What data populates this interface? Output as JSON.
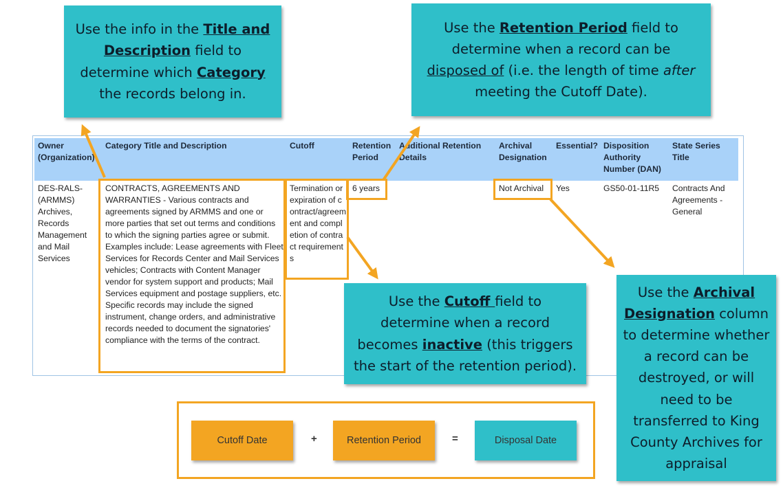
{
  "callouts": {
    "title_desc": {
      "t1": "Use the info in the ",
      "b1": "Title and Description",
      "t2": " field to determine which ",
      "b2": "Category",
      "t3": " the records belong in."
    },
    "retention": {
      "t1": "Use the ",
      "b1": "Retention Period",
      "t2": " field to determine when a record can be ",
      "u1": "disposed of",
      "t3": " (i.e. the length of time ",
      "i1": "after",
      "t4": " meeting the Cutoff Date)."
    },
    "cutoff": {
      "t1": "Use the ",
      "b1": "Cutoff ",
      "t2": "field to determine when a record becomes ",
      "b2": "inactive",
      "t3": " (this triggers the start of the retention period)."
    },
    "archival": {
      "t1": "Use the ",
      "b1": "Archival Designation",
      "t2": " column to determine whether a record can be destroyed, or will need to be transferred to King County Archives for appraisal"
    }
  },
  "table": {
    "headers": {
      "owner": "Owner (Organization)",
      "category": "Category Title and Description",
      "cutoff": "Cutoff",
      "retention": "Retention Period",
      "additional": "Additional Retention Details",
      "archival": "Archival Designation",
      "essential": "Essential?",
      "dan": "Disposition Authority Number (DAN)",
      "series": "State Series Title"
    },
    "row": {
      "owner": "DES-RALS-(ARMMS) Archives, Records Management and Mail Services",
      "category": "CONTRACTS, AGREEMENTS AND WARRANTIES - Various contracts and agreements signed by ARMMS and one or more parties that set out terms and conditions to which the signing parties agree or submit. Examples include: Lease agreements with Fleet Services for Records Center and Mail Services vehicles; Contracts with Content Manager vendor for system support and products; Mail Services equipment and postage suppliers, etc. Specific records may include the signed instrument, change orders, and administrative records needed to document the signatories' compliance with the terms of the contract.",
      "cutoff": "Termination or expiration of contract/agreement and completion of contract requirements",
      "retention": "6 years",
      "additional": "",
      "archival": "Not Archival",
      "essential": "Yes",
      "dan": "GS50-01-11R5",
      "series": "Contracts And Agreements - General"
    }
  },
  "equation": {
    "cutoff": "Cutoff Date",
    "plus": "+",
    "retention": "Retention Period",
    "equals": "=",
    "disposal": "Disposal Date"
  },
  "colors": {
    "teal": "#2fbfc9",
    "orange": "#f3a522",
    "header_blue": "#a9d2f9"
  }
}
